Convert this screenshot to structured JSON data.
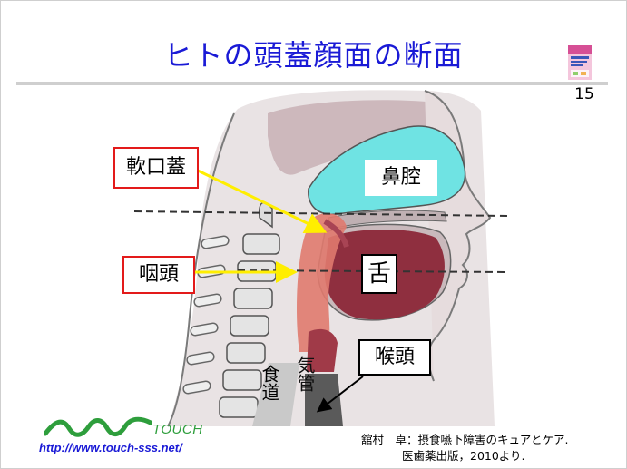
{
  "slide": {
    "title": "ヒトの頭蓋顔面の断面",
    "page_number": "15"
  },
  "diagram": {
    "labels": {
      "soft_palate": "軟口蓋",
      "pharynx": "咽頭",
      "nasal_cavity": "鼻腔",
      "tongue": "舌",
      "larynx": "喉頭",
      "esophagus": "食道",
      "trachea": "気管"
    },
    "colors": {
      "nasal_cavity": "#6fe3e3",
      "pharynx": "#e07a6e",
      "label_border": "#e31a1a",
      "arrow": "#ffee00",
      "title": "#1a1ad6"
    }
  },
  "footer": {
    "logo_text": "TOUCH",
    "url": "http://www.touch-sss.net/",
    "citation_line1": "舘村　卓：摂食嚥下障害のキュアとケア.",
    "citation_line2": "医歯薬出版，2010より."
  }
}
